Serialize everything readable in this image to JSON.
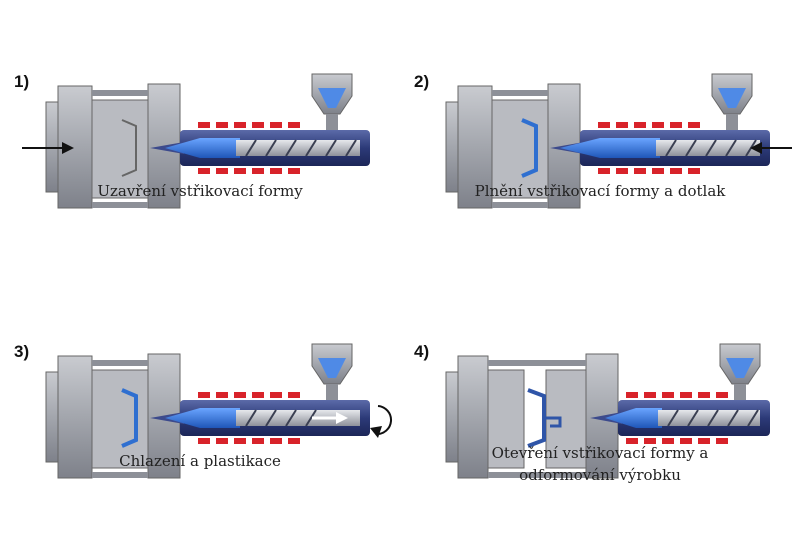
{
  "panels": [
    {
      "number": "1)",
      "caption": "Uzavření vstřikovací formy"
    },
    {
      "number": "2)",
      "caption": "Plnění vstřikovací formy a dotlak"
    },
    {
      "number": "3)",
      "caption": "Chlazení a plastikace"
    },
    {
      "number": "4)",
      "caption": "Otevření vstřikovací formy a",
      "caption2": "odformování výrobku"
    }
  ],
  "colors": {
    "machine": "#9a9ca4",
    "barrel": "#3c4a8c",
    "melt": "#2f6fd0",
    "heater": "#d8232a"
  }
}
